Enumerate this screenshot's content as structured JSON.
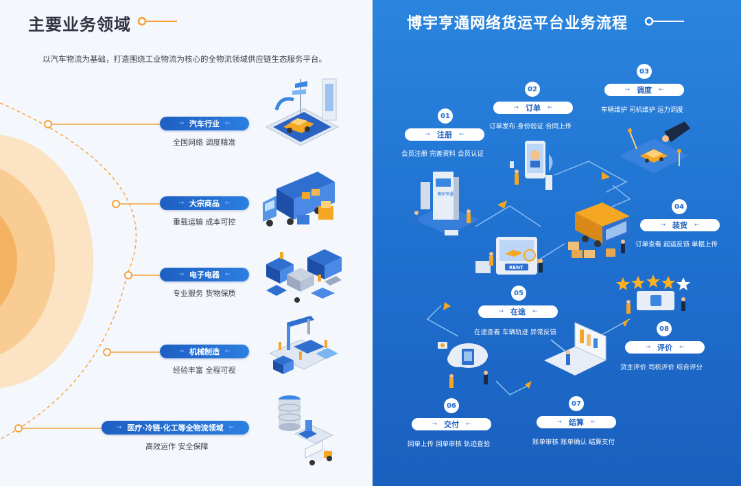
{
  "left": {
    "title": "主要业务领域",
    "subtitle": "以汽车物流为基础，打造围绕工业物流为核心的全物流领域供应链生态服务平台。",
    "categories": [
      {
        "label": "汽车行业",
        "desc": "全国网络  调度精准"
      },
      {
        "label": "大宗商品",
        "desc": "重载运输  成本可控"
      },
      {
        "label": "电子电器",
        "desc": "专业服务  货物保质"
      },
      {
        "label": "机械制造",
        "desc": "经验丰富  全程可视"
      },
      {
        "label": "医疗·冷链·化工等全物流领域",
        "desc": "高效运作  安全保障"
      }
    ]
  },
  "right": {
    "title": "博宇亨通网络货运平台业务流程",
    "steps": [
      {
        "num": "01",
        "label": "注册",
        "desc": "会员注册  完善资料  会员认证"
      },
      {
        "num": "02",
        "label": "订单",
        "desc": "订单发布  身份验证  合同上传"
      },
      {
        "num": "03",
        "label": "调度",
        "desc": "车辆维护  司机维护  运力调度"
      },
      {
        "num": "04",
        "label": "装货",
        "desc": "订单查看  起运反馈  单据上传"
      },
      {
        "num": "05",
        "label": "在途",
        "desc": "在途查看  车辆轨迹  异常反馈"
      },
      {
        "num": "06",
        "label": "交付",
        "desc": "回单上传  回单审核  轨迹查验"
      },
      {
        "num": "07",
        "label": "结算",
        "desc": "账单审核  账单确认  结算支付"
      },
      {
        "num": "08",
        "label": "评价",
        "desc": "货主评价  司机评价  综合评分"
      }
    ],
    "sign_text": "博宇亨通",
    "rent_text": "RENT"
  },
  "colors": {
    "accent_blue": "#1f6fce",
    "accent_orange": "#f5a23a",
    "star": "#ffb020"
  }
}
